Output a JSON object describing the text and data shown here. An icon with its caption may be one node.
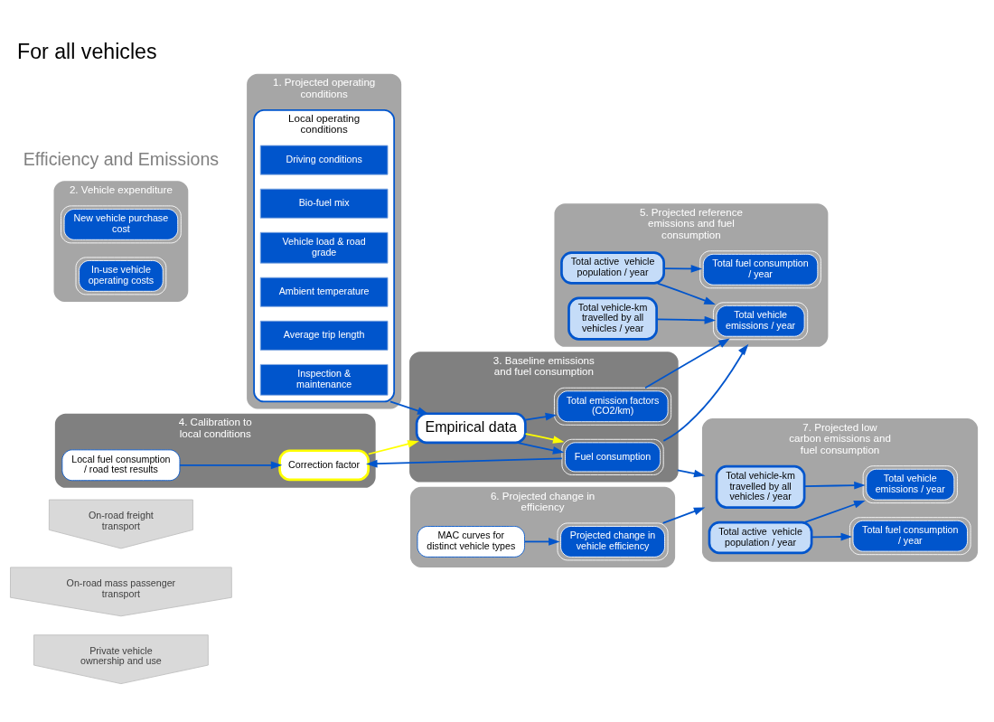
{
  "diagram": {
    "title": "For all vehicles",
    "nodes": [
      {
        "text": [
          "Private vehicle ownership and use"
        ]
      },
      {
        "text": [
          "On-road mass passenger transport"
        ]
      },
      {
        "text": [
          "On-road freight transport"
        ]
      },
      {
        "text": [
          "1. Projected operating conditions"
        ]
      },
      {
        "text": [
          "Local operating conditions"
        ],
        "in": 3
      },
      {
        "text": [
          "Driving conditions"
        ],
        "in": 4
      },
      {
        "text": [
          "Bio-fuel mix"
        ],
        "in": 4
      },
      {
        "text": [
          "Vehicle load & road grade"
        ],
        "in": 4
      },
      {
        "text": [
          "Ambient temperature"
        ],
        "in": 4
      },
      {
        "text": [
          "Average trip length"
        ],
        "in": 4
      },
      {
        "text": [
          "Inspection & maintenance"
        ],
        "in": 4
      },
      {
        "text": [
          "2. Vehicle expenditure"
        ]
      },
      {
        "text": [
          "New vehicle purchase cost"
        ],
        "in": 11
      },
      {
        "text": [
          "In-use vehicle operating costs"
        ],
        "in": 11
      },
      {
        "text": [
          "6. Projected change in efficiency"
        ]
      },
      {
        "text": [
          "MAC curves for distinct vehicle types"
        ],
        "in": 14
      },
      {
        "text": [
          "Projected change in vehicle efficiency"
        ],
        "in": 14
      },
      {
        "text": [
          "7. Projected low carbon emissions and fuel consumption"
        ]
      },
      {
        "text": [
          "Total vehicle-km travelled by all vehicles / year"
        ],
        "in": 17
      },
      {
        "text": [
          "Total vehicle emissions / year"
        ],
        "in": 17
      },
      {
        "text": [
          "Total active  vehicle population / year"
        ],
        "in": 17
      },
      {
        "text": [
          "Total fuel consumption / year"
        ],
        "in": 17
      },
      {
        "text": [
          "3. Baseline emissions and fuel consumption"
        ]
      },
      {
        "text": [
          "Total emission factors (CO2/km)"
        ],
        "in": 22
      },
      {
        "text": [
          "Empirical data"
        ],
        "in": 22
      },
      {
        "text": [
          "Fuel consumption"
        ],
        "in": 22
      },
      {
        "text": [
          "4. Calibration to local conditions"
        ]
      },
      {
        "text": [
          "Local fuel consumption / road test results"
        ],
        "in": 26
      },
      {
        "text": [
          "Correction factor"
        ],
        "in": 26
      },
      {
        "text": [
          "5. Projected reference emissions and fuel consumption"
        ]
      },
      {
        "text": [
          "Total vehicle emissions / year"
        ],
        "in": 29
      },
      {
        "text": [
          "Total vehicle-km travelled by all vehicles / year"
        ],
        "in": 29
      },
      {
        "text": [
          "Total active  vehicle population / year"
        ],
        "in": 29
      },
      {
        "text": [
          "Total fuel consumption / year"
        ],
        "in": 29
      }
    ],
    "edges": [
      {
        "from": 4,
        "to": 24,
        "arrow": "to"
      },
      {
        "from": 15,
        "to": 16,
        "arrow": "to"
      },
      {
        "from": 16,
        "to": 17,
        "arrow": "to"
      },
      {
        "from": 22,
        "to": 17,
        "arrow": "to"
      },
      {
        "from": 18,
        "to": 19,
        "arrow": "to"
      },
      {
        "from": 20,
        "to": 19,
        "arrow": "to"
      },
      {
        "from": 20,
        "to": 21,
        "arrow": "to"
      },
      {
        "from": 24,
        "to": 23,
        "arrow": "to"
      },
      {
        "from": 24,
        "to": 25,
        "arrow": "to"
      },
      {
        "from": 24,
        "to": 25,
        "arrow": "to",
        "color": "#ffff00"
      },
      {
        "from": 28,
        "to": 24,
        "arrow": "to",
        "color": "#ffff00"
      },
      {
        "from": 27,
        "to": 28,
        "arrow": "to"
      },
      {
        "from": 25,
        "to": 28,
        "arrow": "to"
      },
      {
        "from": 23,
        "to": 30,
        "arrow": "to"
      },
      {
        "from": 25,
        "to": 29,
        "arrow": "to"
      },
      {
        "from": 31,
        "to": 30,
        "arrow": "to"
      },
      {
        "from": 32,
        "to": 30,
        "arrow": "to"
      },
      {
        "from": 32,
        "to": 33,
        "arrow": "to"
      }
    ],
    "labels": [
      "Efficiency and Emissions"
    ]
  }
}
